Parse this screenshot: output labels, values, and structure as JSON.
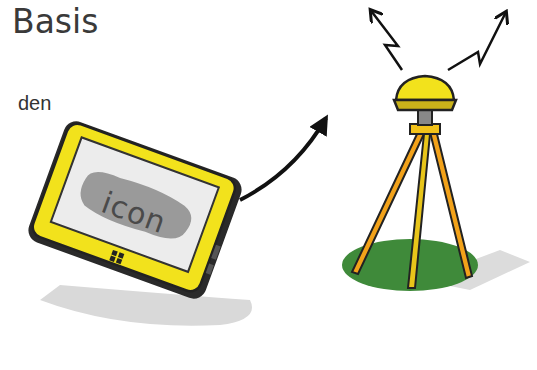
{
  "diagram": {
    "title": "Basis",
    "nodes": [
      {
        "text": [
          "icon"
        ]
      }
    ],
    "labels": [
      "den"
    ]
  }
}
